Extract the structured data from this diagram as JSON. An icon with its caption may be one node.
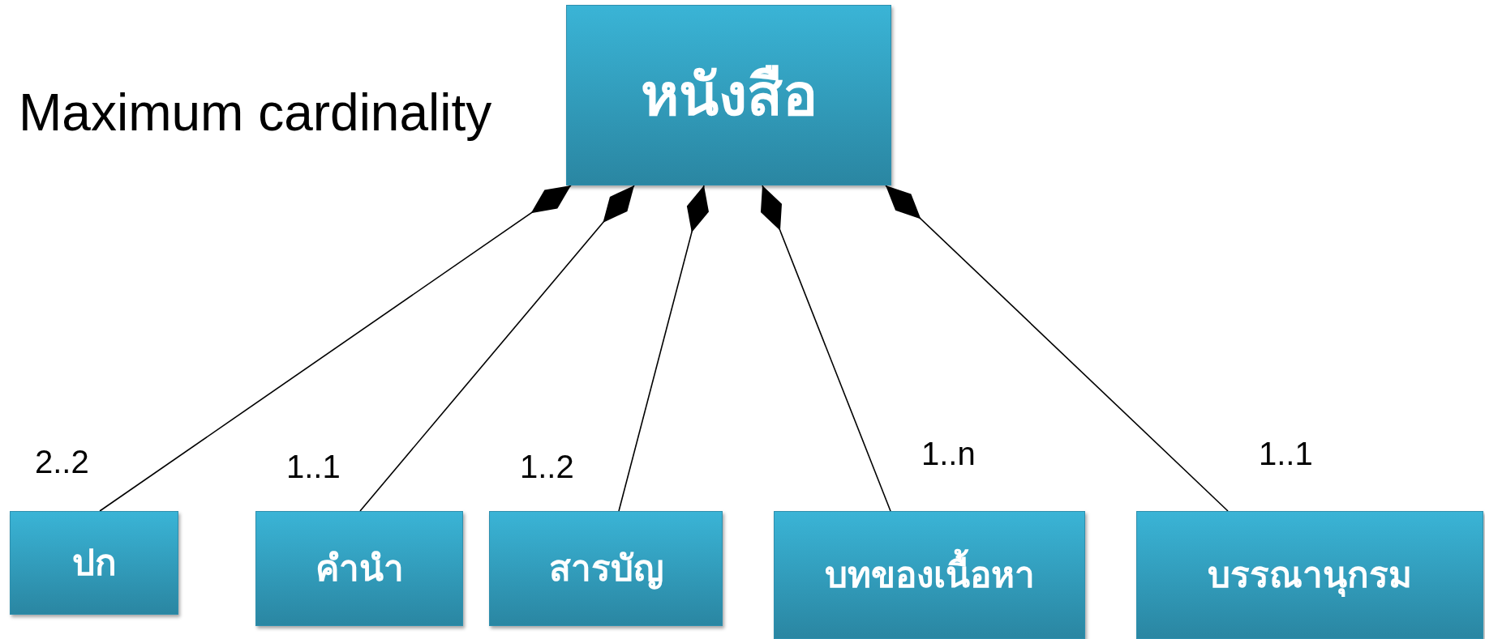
{
  "diagram": {
    "nodes": [
      {
        "text": [
          "หนังสือ"
        ]
      },
      {
        "text": [
          "ปก"
        ]
      },
      {
        "text": [
          "คำนำ"
        ]
      },
      {
        "text": [
          "สารบัญ"
        ]
      },
      {
        "text": [
          "บทของเนื้อหา"
        ]
      },
      {
        "text": [
          "บรรณานุกรม"
        ]
      }
    ],
    "edges": [
      {
        "from": 1,
        "to": 0,
        "arrow": "other"
      },
      {
        "from": 2,
        "to": 0,
        "arrow": "other"
      },
      {
        "from": 3,
        "to": 0,
        "arrow": "other"
      },
      {
        "from": 4,
        "to": 0,
        "arrow": "other"
      },
      {
        "from": 5,
        "to": 0,
        "arrow": "other"
      }
    ],
    "labels": [
      "Maximum cardinality",
      "2..2",
      "1..1",
      "1..2",
      "1..n",
      "1..1"
    ]
  }
}
